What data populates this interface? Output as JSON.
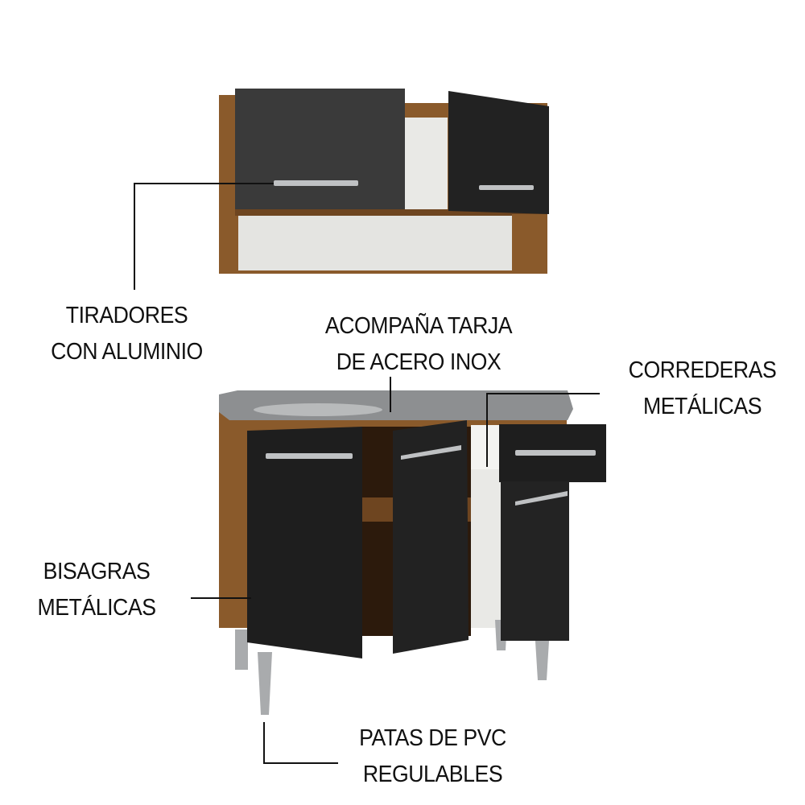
{
  "callouts": {
    "handles": {
      "line1": "TIRADORES",
      "line2": "CON ALUMINIO"
    },
    "sink": {
      "line1": "ACOMPAÑA TARJA",
      "line2": "DE ACERO INOX"
    },
    "slides": {
      "line1": "CORREDERAS",
      "line2": "METÁLICAS"
    },
    "hinges": {
      "line1": "BISAGRAS",
      "line2": "METÁLICAS"
    },
    "legs": {
      "line1": "PATAS DE PVC",
      "line2": "REGULABLES"
    }
  },
  "colors": {
    "wood": "#8a5a2b",
    "door": "#1e1e1e",
    "countertop": "#8d8f91",
    "leg": "#a9abad",
    "interior": "#e9e9e6"
  }
}
